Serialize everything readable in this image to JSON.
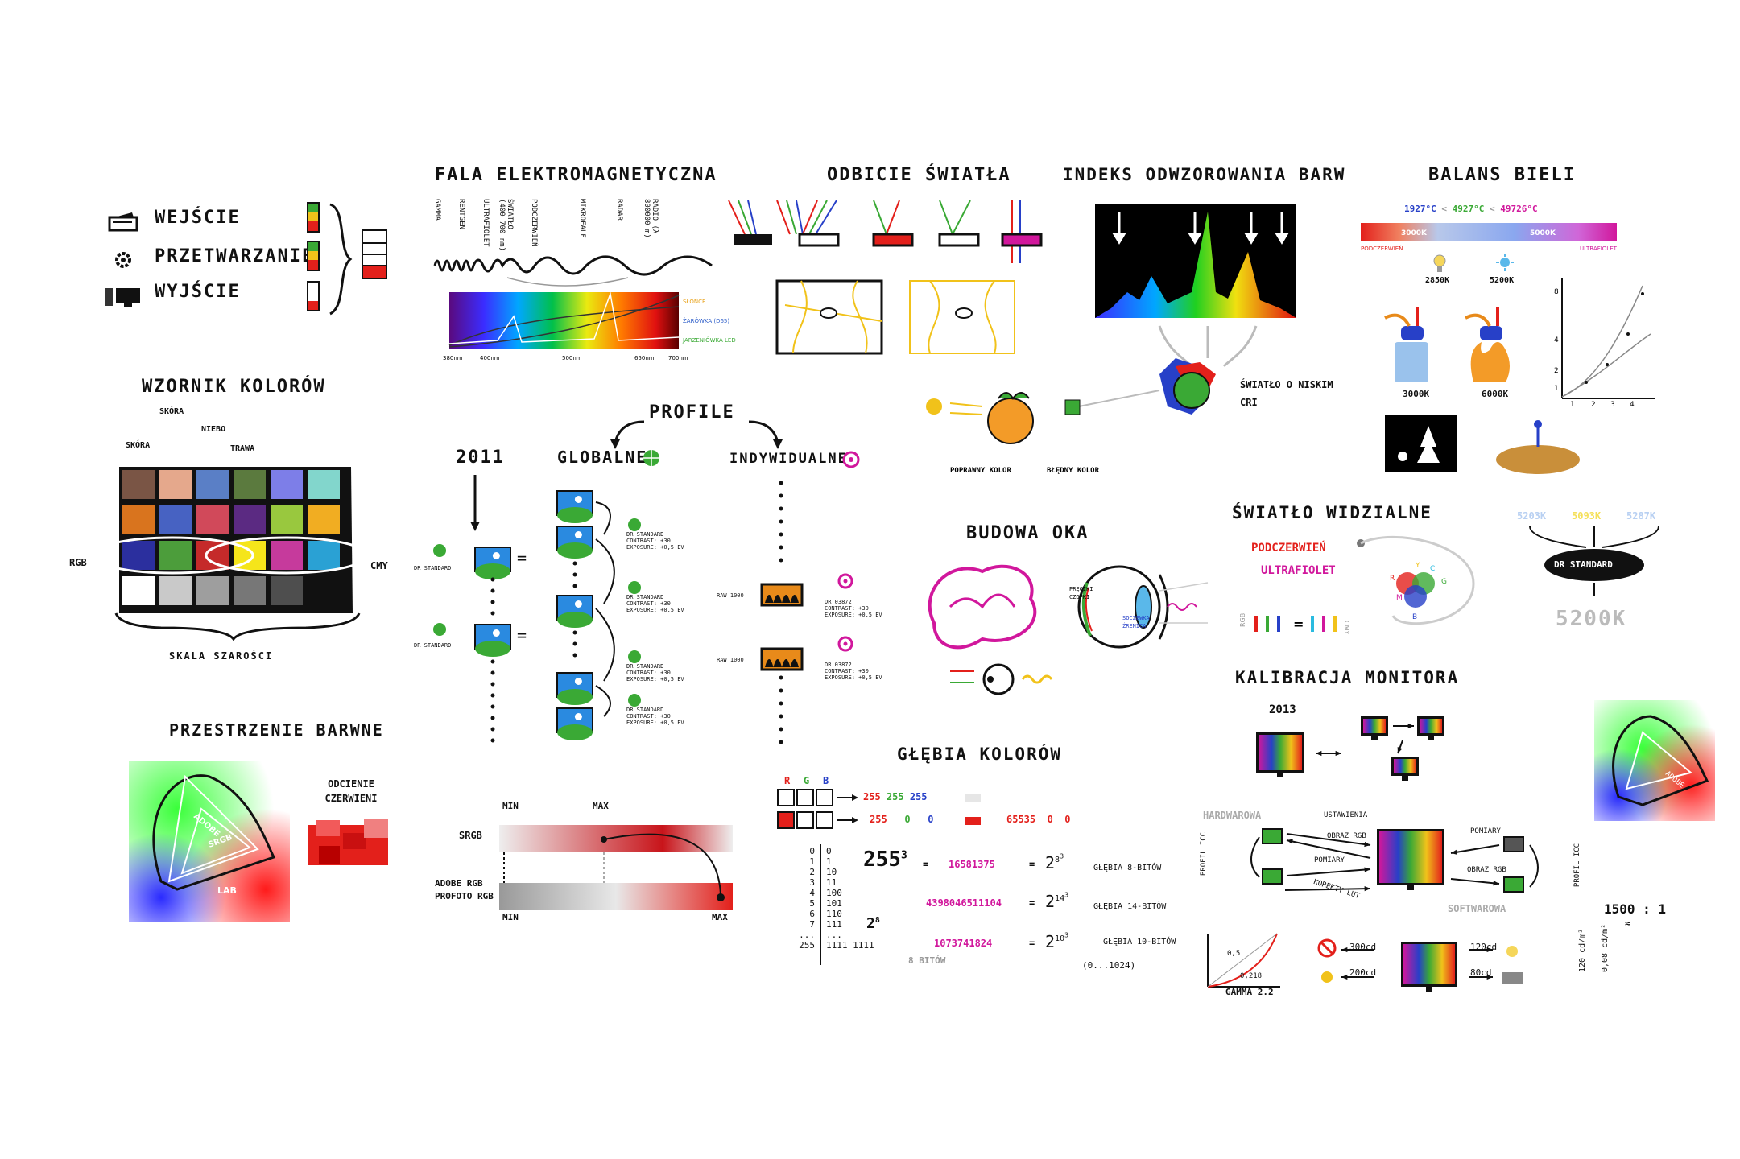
{
  "workflow": {
    "items": [
      {
        "label": "WEJŚCIE",
        "icon": "scanner-icon"
      },
      {
        "label": "PRZETWARZANIE",
        "icon": "gear-icon"
      },
      {
        "label": "WYJŚCIE",
        "icon": "monitor-printer-icon"
      }
    ]
  },
  "wave": {
    "title": "FALA ELEKTROMAGNETYCZNA",
    "bands": [
      "GAMMA",
      "RENTGEN",
      "ULTRAFIOLET",
      "ŚWIATŁO (400–700 nm)",
      "PODCZERWIEŃ",
      "MIKROFALE",
      "RADAR",
      "RADIO (λ – 800000 m)"
    ],
    "axis": [
      "380nm",
      "400nm",
      "500nm",
      "650nm",
      "700nm"
    ],
    "curves": [
      "SŁOŃCE",
      "ŻARÓWKA (D65)",
      "JARZENIÓWKA LED"
    ]
  },
  "reflection": {
    "title": "ODBICIE ŚWIATŁA"
  },
  "cri": {
    "title": "INDEKS ODWZOROWANIA BARW",
    "low_cri": "ŚWIATŁO O NISKIM CRI",
    "good": "POPRAWNY KOLOR",
    "bad": "BŁĘDNY KOLOR"
  },
  "wb": {
    "title": "BALANS BIELI",
    "temps": [
      "1927°C",
      "<",
      "4927°C",
      "<",
      "49726°C"
    ],
    "bar_labels": [
      "PODCZERWIEŃ",
      "3000K",
      "5000K",
      "ULTRAFIOLET"
    ],
    "bulbs": [
      "2850K",
      "5200K"
    ],
    "fires": [
      "3000K",
      "6000K"
    ],
    "x_ticks": [
      "1",
      "2",
      "3",
      "4"
    ],
    "y_ticks": [
      "8",
      "4",
      "2",
      "1"
    ]
  },
  "swatch": {
    "title": "WZORNIK KOLORÓW",
    "labels": {
      "skin1": "SKÓRA",
      "skin2": "SKÓRA",
      "sky": "NIEBO",
      "grass": "TRAWA",
      "rgb": "RGB",
      "cmy": "CMY",
      "gray": "SKALA SZAROŚCI"
    },
    "cells": [
      "#7a5545",
      "#e5a88c",
      "#5a7fc6",
      "#5b7a3e",
      "#7d7ee8",
      "#82d6cc",
      "#d9741e",
      "#4762c2",
      "#d1495a",
      "#5b2a82",
      "#99c83e",
      "#f1ad22",
      "#2b2f9e",
      "#4c9d3b",
      "#c52a2a",
      "#f5e51a",
      "#c63a9c",
      "#2aa1d4",
      "#ffffff",
      "#c9c9c9",
      "#9e9e9e",
      "#777777",
      "#4e4e4e",
      "#111111"
    ]
  },
  "profiles": {
    "title": "PROFILE",
    "global": "GLOBALNE",
    "individual": "INDYWIDUALNE",
    "year": "2011",
    "dr": "DR STANDARD",
    "tweak": [
      "CONTRAST: +30",
      "EXPOSURE: +0,5 EV"
    ],
    "raw": "RAW 1000",
    "dr_ind": "DR 03872",
    "eq": "="
  },
  "eye": {
    "title": "BUDOWA OKA",
    "labels": [
      "PRĘCIKI",
      "CZOPKI",
      "SOCZEWKA",
      "ŹRENICA"
    ]
  },
  "visible": {
    "title": "ŚWIATŁO WIDZIALNE",
    "ir": "PODCZERWIEŃ",
    "uv": "ULTRAFIOLET",
    "rgb": "RGB",
    "cmy": "CMY",
    "letters": [
      "R",
      "G",
      "B",
      "C",
      "M",
      "Y"
    ]
  },
  "dr_std": {
    "temps": [
      "5203K",
      "5093K",
      "5287K"
    ],
    "label": "DR STANDARD",
    "result": "5200K"
  },
  "spaces": {
    "title": "PRZESTRZENIE BARWNE",
    "adobe": "ADOBE",
    "srgb": "SRGB",
    "lab": "LAB",
    "reds": "ODCIENIE CZERWIENI"
  },
  "gamut": {
    "min": "MIN",
    "max": "MAX",
    "srgb": "SRGB",
    "adobe": "ADOBE RGB",
    "prophoto": "PROFOTO RGB"
  },
  "depth": {
    "title": "GŁĘBIA KOLORÓW",
    "rgb": [
      "R",
      "G",
      "B"
    ],
    "row1": [
      "255",
      "255",
      "255"
    ],
    "row2": [
      "255",
      "0",
      "0"
    ],
    "row2b": [
      "65535",
      "0",
      "0"
    ],
    "binary_left": [
      "0",
      "1",
      "2",
      "3",
      "4",
      "5",
      "6",
      "7",
      "...",
      "255"
    ],
    "binary_right": [
      "0",
      "1",
      "10",
      "11",
      "100",
      "101",
      "110",
      "111",
      "...",
      "1111 1111"
    ],
    "bits": "8 BITÓW",
    "big": "255",
    "small": "2",
    "eq": "=",
    "counts": [
      "16581375",
      "4398046511104",
      "1073741824"
    ],
    "pows": [
      "2",
      "2",
      "2"
    ],
    "depths": [
      "GŁĘBIA 8-BITÓW",
      "GŁĘBIA 14-BITÓW",
      "GŁĘBIA 10-BITÓW"
    ],
    "range": "(0...1024)"
  },
  "calib": {
    "title": "KALIBRACJA MONITORA",
    "year": "2013",
    "hardware": "HARDWAROWA",
    "software": "SOFTWAROWA",
    "arrows": [
      "USTAWIENIA",
      "OBRAZ RGB",
      "POMIARY",
      "KOREKTY LUT",
      "POMIARY",
      "OBRAZ RGB"
    ],
    "icc_left": "PROFIL ICC",
    "icc_right": "PROFIL ICC",
    "ratio": "1500 : 1",
    "approx": "≈",
    "gamma": "GAMMA 2.2",
    "g_labels": [
      "0,5",
      "0,218"
    ],
    "lum": [
      "300cd",
      "200cd",
      "120cd",
      "80cd"
    ],
    "units": [
      "120 cd/m²",
      "0,08 cd/m²"
    ],
    "adobe": "ADOBE"
  },
  "colors": {
    "red": "#e3201b",
    "green": "#3aa935",
    "blue": "#2740c8",
    "magenta": "#d1179c"
  }
}
